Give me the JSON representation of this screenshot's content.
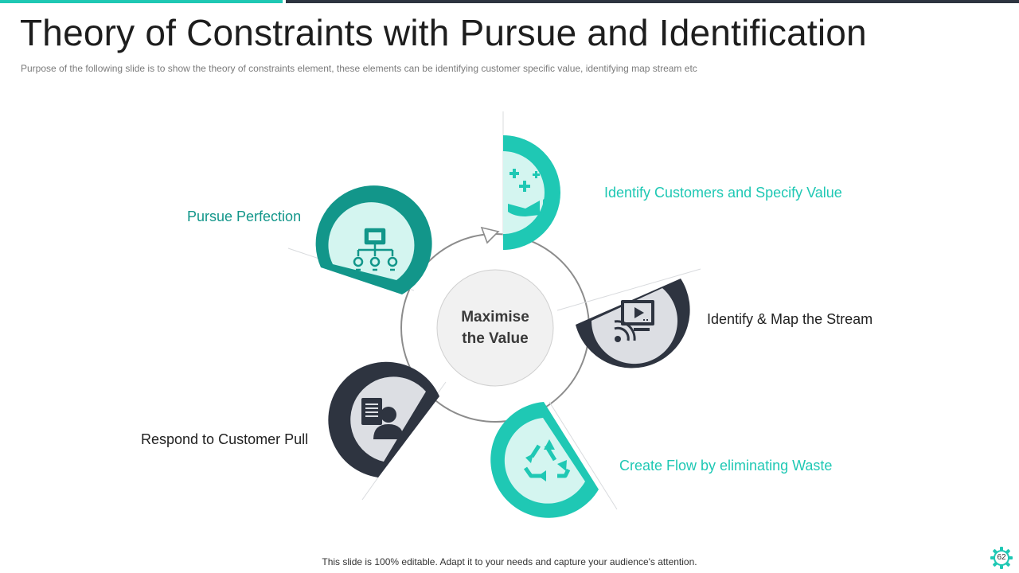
{
  "slide": {
    "title": "Theory of Constraints with Pursue and Identification",
    "subtitle": "Purpose of the following slide is to show the theory of constraints element, these elements can be identifying customer specific value, identifying map stream etc",
    "footer": "This slide is 100% editable. Adapt it to your needs and capture your audience's attention.",
    "page_number": "62"
  },
  "diagram": {
    "center_line1": "Maximise",
    "center_line2": "the Value",
    "steps": [
      {
        "label": "Identify Customers and Specify Value",
        "icon": "hand-plus-icon",
        "color": "#1fc8b4"
      },
      {
        "label": "Identify & Map the Stream",
        "icon": "video-stream-icon",
        "color": "#2e3440"
      },
      {
        "label": "Create Flow by eliminating Waste",
        "icon": "recycle-icon",
        "color": "#1fc8b4"
      },
      {
        "label": "Respond to Customer Pull",
        "icon": "customer-document-icon",
        "color": "#2e3440"
      },
      {
        "label": "Pursue Perfection",
        "icon": "network-ideas-icon",
        "color": "#12968a"
      }
    ]
  },
  "colors": {
    "accent": "#1fc8b4",
    "dark_teal": "#12968a",
    "dark": "#2e3440",
    "light_teal_fill": "#d4f5f0",
    "light_grey_fill": "#dcdee3"
  }
}
